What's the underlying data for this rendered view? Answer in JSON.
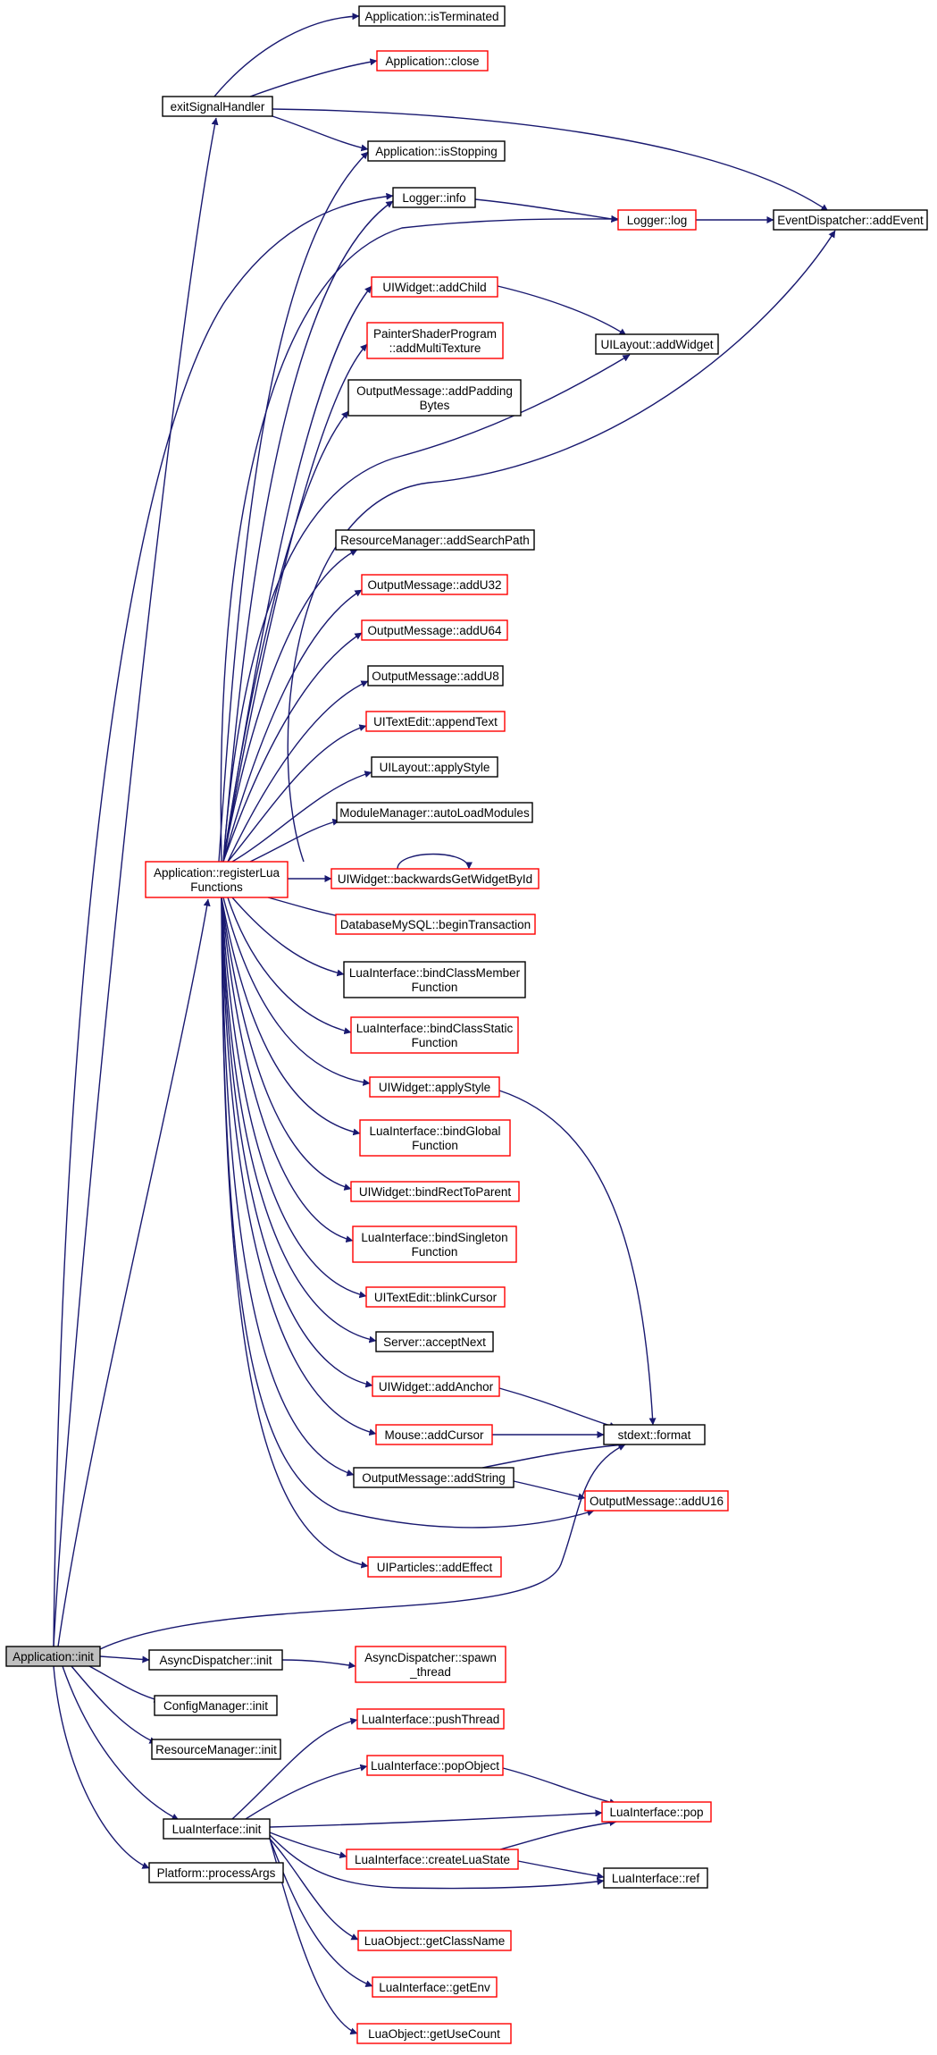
{
  "colors": {
    "edge": "#191970",
    "node_normal": "#000000",
    "node_red": "#ff0000",
    "node_root_fill": "#bfbfbf"
  },
  "nodes": [
    {
      "id": "app_init",
      "lines": [
        "Application::init"
      ],
      "color": "root"
    },
    {
      "id": "exit_handler",
      "lines": [
        "exitSignalHandler"
      ],
      "color": "black"
    },
    {
      "id": "app_is_terminated",
      "lines": [
        "Application::isTerminated"
      ],
      "color": "black"
    },
    {
      "id": "app_close",
      "lines": [
        "Application::close"
      ],
      "color": "red"
    },
    {
      "id": "app_is_stopping",
      "lines": [
        "Application::isStopping"
      ],
      "color": "black"
    },
    {
      "id": "logger_info",
      "lines": [
        "Logger::info"
      ],
      "color": "black"
    },
    {
      "id": "logger_log",
      "lines": [
        "Logger::log"
      ],
      "color": "red"
    },
    {
      "id": "event_add",
      "lines": [
        "EventDispatcher::addEvent"
      ],
      "color": "black"
    },
    {
      "id": "uiw_addchild",
      "lines": [
        "UIWidget::addChild"
      ],
      "color": "red"
    },
    {
      "id": "painter_tex",
      "lines": [
        "PainterShaderProgram",
        "::addMultiTexture"
      ],
      "color": "red"
    },
    {
      "id": "uil_addwidget",
      "lines": [
        "UILayout::addWidget"
      ],
      "color": "black"
    },
    {
      "id": "om_padding",
      "lines": [
        "OutputMessage::addPadding",
        "Bytes"
      ],
      "color": "black"
    },
    {
      "id": "rm_searchpath",
      "lines": [
        "ResourceManager::addSearchPath"
      ],
      "color": "black"
    },
    {
      "id": "om_u32",
      "lines": [
        "OutputMessage::addU32"
      ],
      "color": "red"
    },
    {
      "id": "om_u64",
      "lines": [
        "OutputMessage::addU64"
      ],
      "color": "red"
    },
    {
      "id": "om_u8",
      "lines": [
        "OutputMessage::addU8"
      ],
      "color": "black"
    },
    {
      "id": "te_append",
      "lines": [
        "UITextEdit::appendText"
      ],
      "color": "red"
    },
    {
      "id": "uil_applystyle",
      "lines": [
        "UILayout::applyStyle"
      ],
      "color": "black"
    },
    {
      "id": "mm_autoload",
      "lines": [
        "ModuleManager::autoLoadModules"
      ],
      "color": "black"
    },
    {
      "id": "app_reglua",
      "lines": [
        "Application::registerLua",
        "Functions"
      ],
      "color": "red"
    },
    {
      "id": "uiw_backwards",
      "lines": [
        "UIWidget::backwardsGetWidgetById"
      ],
      "color": "red"
    },
    {
      "id": "db_begin",
      "lines": [
        "DatabaseMySQL::beginTransaction"
      ],
      "color": "red"
    },
    {
      "id": "li_classmember",
      "lines": [
        "LuaInterface::bindClassMember",
        "Function"
      ],
      "color": "black"
    },
    {
      "id": "li_classstatic",
      "lines": [
        "LuaInterface::bindClassStatic",
        "Function"
      ],
      "color": "red"
    },
    {
      "id": "uiw_applystyle",
      "lines": [
        "UIWidget::applyStyle"
      ],
      "color": "red"
    },
    {
      "id": "li_global",
      "lines": [
        "LuaInterface::bindGlobal",
        "Function"
      ],
      "color": "red"
    },
    {
      "id": "uiw_bindrect",
      "lines": [
        "UIWidget::bindRectToParent"
      ],
      "color": "red"
    },
    {
      "id": "li_singleton",
      "lines": [
        "LuaInterface::bindSingleton",
        "Function"
      ],
      "color": "red"
    },
    {
      "id": "te_blink",
      "lines": [
        "UITextEdit::blinkCursor"
      ],
      "color": "red"
    },
    {
      "id": "server_accept",
      "lines": [
        "Server::acceptNext"
      ],
      "color": "black"
    },
    {
      "id": "uiw_addanchor",
      "lines": [
        "UIWidget::addAnchor"
      ],
      "color": "red"
    },
    {
      "id": "mouse_cursor",
      "lines": [
        "Mouse::addCursor"
      ],
      "color": "red"
    },
    {
      "id": "stdext_format",
      "lines": [
        "stdext::format"
      ],
      "color": "black"
    },
    {
      "id": "om_string",
      "lines": [
        "OutputMessage::addString"
      ],
      "color": "black"
    },
    {
      "id": "om_u16",
      "lines": [
        "OutputMessage::addU16"
      ],
      "color": "red"
    },
    {
      "id": "uip_effect",
      "lines": [
        "UIParticles::addEffect"
      ],
      "color": "red"
    },
    {
      "id": "async_init",
      "lines": [
        "AsyncDispatcher::init"
      ],
      "color": "black"
    },
    {
      "id": "async_spawn",
      "lines": [
        "AsyncDispatcher::spawn",
        "_thread"
      ],
      "color": "red"
    },
    {
      "id": "config_init",
      "lines": [
        "ConfigManager::init"
      ],
      "color": "black"
    },
    {
      "id": "resman_init",
      "lines": [
        "ResourceManager::init"
      ],
      "color": "black"
    },
    {
      "id": "li_pushthread",
      "lines": [
        "LuaInterface::pushThread"
      ],
      "color": "red"
    },
    {
      "id": "li_popobject",
      "lines": [
        "LuaInterface::popObject"
      ],
      "color": "red"
    },
    {
      "id": "li_pop",
      "lines": [
        "LuaInterface::pop"
      ],
      "color": "red"
    },
    {
      "id": "li_init",
      "lines": [
        "LuaInterface::init"
      ],
      "color": "black"
    },
    {
      "id": "li_createstate",
      "lines": [
        "LuaInterface::createLuaState"
      ],
      "color": "red"
    },
    {
      "id": "li_ref",
      "lines": [
        "LuaInterface::ref"
      ],
      "color": "black"
    },
    {
      "id": "platform_args",
      "lines": [
        "Platform::processArgs"
      ],
      "color": "black"
    },
    {
      "id": "lo_classname",
      "lines": [
        "LuaObject::getClassName"
      ],
      "color": "red"
    },
    {
      "id": "li_getenv",
      "lines": [
        "LuaInterface::getEnv"
      ],
      "color": "red"
    },
    {
      "id": "lo_usecount",
      "lines": [
        "LuaObject::getUseCount"
      ],
      "color": "red"
    }
  ]
}
